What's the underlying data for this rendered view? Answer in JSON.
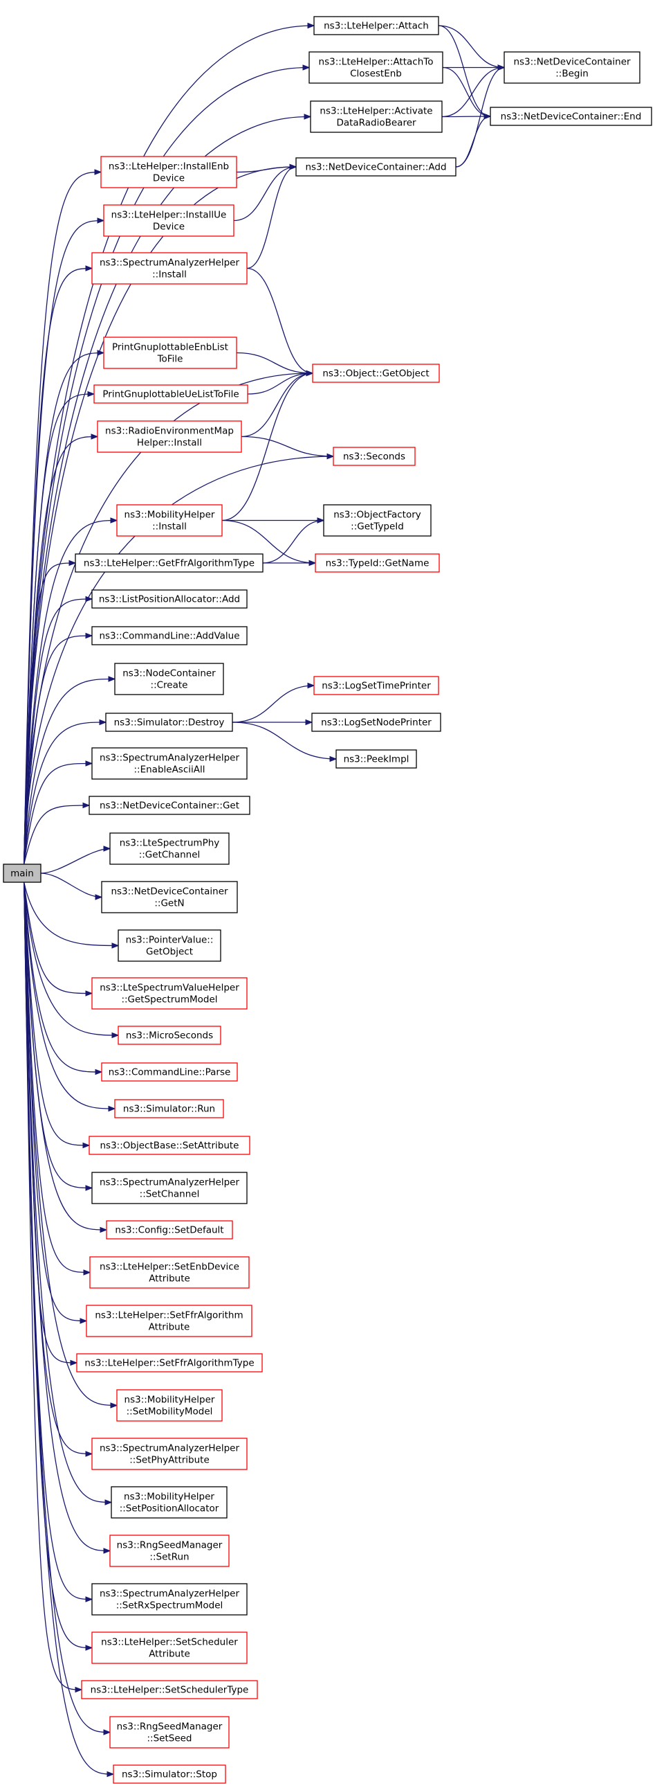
{
  "colors": {
    "edge": "#191970",
    "node_border_documented": "#000000",
    "node_border_undocumented": "#ff0000",
    "root_fill": "#bfbfbf",
    "node_fill": "#ffffff"
  },
  "nodes": [
    {
      "id": "main",
      "lines": [
        "main"
      ],
      "style": "root"
    },
    {
      "id": "lte_attach",
      "lines": [
        "ns3::LteHelper::Attach"
      ],
      "style": "black"
    },
    {
      "id": "lte_attach_closest",
      "lines": [
        "ns3::LteHelper::AttachTo",
        "ClosestEnb"
      ],
      "style": "black"
    },
    {
      "id": "lte_activate_drb",
      "lines": [
        "ns3::LteHelper::Activate",
        "DataRadioBearer"
      ],
      "style": "black"
    },
    {
      "id": "ndc_begin",
      "lines": [
        "ns3::NetDeviceContainer",
        "::Begin"
      ],
      "style": "black"
    },
    {
      "id": "ndc_end",
      "lines": [
        "ns3::NetDeviceContainer::End"
      ],
      "style": "black"
    },
    {
      "id": "lte_install_enb",
      "lines": [
        "ns3::LteHelper::InstallEnb",
        "Device"
      ],
      "style": "red"
    },
    {
      "id": "ndc_add",
      "lines": [
        "ns3::NetDeviceContainer::Add"
      ],
      "style": "black"
    },
    {
      "id": "lte_install_ue",
      "lines": [
        "ns3::LteHelper::InstallUe",
        "Device"
      ],
      "style": "red"
    },
    {
      "id": "sah_install",
      "lines": [
        "ns3::SpectrumAnalyzerHelper",
        "::Install"
      ],
      "style": "red"
    },
    {
      "id": "print_enb",
      "lines": [
        "PrintGnuplottableEnbList",
        "ToFile"
      ],
      "style": "red"
    },
    {
      "id": "object_getobject",
      "lines": [
        "ns3::Object::GetObject"
      ],
      "style": "red"
    },
    {
      "id": "print_ue",
      "lines": [
        "PrintGnuplottableUeListToFile"
      ],
      "style": "red"
    },
    {
      "id": "remh_install",
      "lines": [
        "ns3::RadioEnvironmentMap",
        "Helper::Install"
      ],
      "style": "red"
    },
    {
      "id": "seconds",
      "lines": [
        "ns3::Seconds"
      ],
      "style": "red"
    },
    {
      "id": "mobility_install",
      "lines": [
        "ns3::MobilityHelper",
        "::Install"
      ],
      "style": "red"
    },
    {
      "id": "objfactory_gettypeid",
      "lines": [
        "ns3::ObjectFactory",
        "::GetTypeId"
      ],
      "style": "black"
    },
    {
      "id": "lte_getffr_type",
      "lines": [
        "ns3::LteHelper::GetFfrAlgorithmType"
      ],
      "style": "black"
    },
    {
      "id": "typeid_getname",
      "lines": [
        "ns3::TypeId::GetName"
      ],
      "style": "red"
    },
    {
      "id": "lpa_add",
      "lines": [
        "ns3::ListPositionAllocator::Add"
      ],
      "style": "black"
    },
    {
      "id": "cmd_addvalue",
      "lines": [
        "ns3::CommandLine::AddValue"
      ],
      "style": "black"
    },
    {
      "id": "nc_create",
      "lines": [
        "ns3::NodeContainer",
        "::Create"
      ],
      "style": "black"
    },
    {
      "id": "log_time_printer",
      "lines": [
        "ns3::LogSetTimePrinter"
      ],
      "style": "red"
    },
    {
      "id": "sim_destroy",
      "lines": [
        "ns3::Simulator::Destroy"
      ],
      "style": "black"
    },
    {
      "id": "log_node_printer",
      "lines": [
        "ns3::LogSetNodePrinter"
      ],
      "style": "black"
    },
    {
      "id": "peekimpl",
      "lines": [
        "ns3::PeekImpl"
      ],
      "style": "black"
    },
    {
      "id": "sah_enable_ascii",
      "lines": [
        "ns3::SpectrumAnalyzerHelper",
        "::EnableAsciiAll"
      ],
      "style": "black"
    },
    {
      "id": "ndc_get",
      "lines": [
        "ns3::NetDeviceContainer::Get"
      ],
      "style": "black"
    },
    {
      "id": "lsp_getchannel",
      "lines": [
        "ns3::LteSpectrumPhy",
        "::GetChannel"
      ],
      "style": "black"
    },
    {
      "id": "ndc_getn",
      "lines": [
        "ns3::NetDeviceContainer",
        "::GetN"
      ],
      "style": "black"
    },
    {
      "id": "pv_getobject",
      "lines": [
        "ns3::PointerValue::",
        "GetObject"
      ],
      "style": "black"
    },
    {
      "id": "lsvh_getmodel",
      "lines": [
        "ns3::LteSpectrumValueHelper",
        "::GetSpectrumModel"
      ],
      "style": "red"
    },
    {
      "id": "microseconds",
      "lines": [
        "ns3::MicroSeconds"
      ],
      "style": "red"
    },
    {
      "id": "cmd_parse",
      "lines": [
        "ns3::CommandLine::Parse"
      ],
      "style": "red"
    },
    {
      "id": "sim_run",
      "lines": [
        "ns3::Simulator::Run"
      ],
      "style": "red"
    },
    {
      "id": "ob_setattr",
      "lines": [
        "ns3::ObjectBase::SetAttribute"
      ],
      "style": "red"
    },
    {
      "id": "sah_setchannel",
      "lines": [
        "ns3::SpectrumAnalyzerHelper",
        "::SetChannel"
      ],
      "style": "black"
    },
    {
      "id": "cfg_setdefault",
      "lines": [
        "ns3::Config::SetDefault"
      ],
      "style": "red"
    },
    {
      "id": "lte_set_enb_attr",
      "lines": [
        "ns3::LteHelper::SetEnbDevice",
        "Attribute"
      ],
      "style": "red"
    },
    {
      "id": "lte_set_ffr_attr",
      "lines": [
        "ns3::LteHelper::SetFfrAlgorithm",
        "Attribute"
      ],
      "style": "red"
    },
    {
      "id": "lte_set_ffr_type",
      "lines": [
        "ns3::LteHelper::SetFfrAlgorithmType"
      ],
      "style": "red"
    },
    {
      "id": "mh_set_model",
      "lines": [
        "ns3::MobilityHelper",
        "::SetMobilityModel"
      ],
      "style": "red"
    },
    {
      "id": "sah_set_phy_attr",
      "lines": [
        "ns3::SpectrumAnalyzerHelper",
        "::SetPhyAttribute"
      ],
      "style": "red"
    },
    {
      "id": "mh_set_posalloc",
      "lines": [
        "ns3::MobilityHelper",
        "::SetPositionAllocator"
      ],
      "style": "black"
    },
    {
      "id": "rng_setrun",
      "lines": [
        "ns3::RngSeedManager",
        "::SetRun"
      ],
      "style": "red"
    },
    {
      "id": "sah_set_rx_model",
      "lines": [
        "ns3::SpectrumAnalyzerHelper",
        "::SetRxSpectrumModel"
      ],
      "style": "black"
    },
    {
      "id": "lte_set_sched_attr",
      "lines": [
        "ns3::LteHelper::SetScheduler",
        "Attribute"
      ],
      "style": "red"
    },
    {
      "id": "lte_set_sched_type",
      "lines": [
        "ns3::LteHelper::SetSchedulerType"
      ],
      "style": "red"
    },
    {
      "id": "rng_setseed",
      "lines": [
        "ns3::RngSeedManager",
        "::SetSeed"
      ],
      "style": "red"
    },
    {
      "id": "sim_stop",
      "lines": [
        "ns3::Simulator::Stop"
      ],
      "style": "red"
    }
  ],
  "edges": [
    [
      "main",
      "lte_attach"
    ],
    [
      "main",
      "lte_attach_closest"
    ],
    [
      "main",
      "lte_activate_drb"
    ],
    [
      "main",
      "ndc_add"
    ],
    [
      "main",
      "lte_install_enb"
    ],
    [
      "main",
      "lte_install_ue"
    ],
    [
      "main",
      "sah_install"
    ],
    [
      "main",
      "object_getobject"
    ],
    [
      "main",
      "print_enb"
    ],
    [
      "main",
      "print_ue"
    ],
    [
      "main",
      "remh_install"
    ],
    [
      "main",
      "seconds"
    ],
    [
      "main",
      "mobility_install"
    ],
    [
      "main",
      "lte_getffr_type"
    ],
    [
      "main",
      "lpa_add"
    ],
    [
      "main",
      "cmd_addvalue"
    ],
    [
      "main",
      "nc_create"
    ],
    [
      "main",
      "sim_destroy"
    ],
    [
      "main",
      "sah_enable_ascii"
    ],
    [
      "main",
      "ndc_get"
    ],
    [
      "main",
      "lsp_getchannel"
    ],
    [
      "main",
      "ndc_getn"
    ],
    [
      "main",
      "pv_getobject"
    ],
    [
      "main",
      "lsvh_getmodel"
    ],
    [
      "main",
      "microseconds"
    ],
    [
      "main",
      "cmd_parse"
    ],
    [
      "main",
      "sim_run"
    ],
    [
      "main",
      "ob_setattr"
    ],
    [
      "main",
      "sah_setchannel"
    ],
    [
      "main",
      "cfg_setdefault"
    ],
    [
      "main",
      "lte_set_enb_attr"
    ],
    [
      "main",
      "lte_set_ffr_attr"
    ],
    [
      "main",
      "lte_set_ffr_type"
    ],
    [
      "main",
      "mh_set_model"
    ],
    [
      "main",
      "sah_set_phy_attr"
    ],
    [
      "main",
      "mh_set_posalloc"
    ],
    [
      "main",
      "rng_setrun"
    ],
    [
      "main",
      "sah_set_rx_model"
    ],
    [
      "main",
      "lte_set_sched_attr"
    ],
    [
      "main",
      "lte_set_sched_type"
    ],
    [
      "main",
      "rng_setseed"
    ],
    [
      "main",
      "sim_stop"
    ],
    [
      "lte_attach",
      "ndc_begin"
    ],
    [
      "lte_attach",
      "ndc_end"
    ],
    [
      "lte_attach_closest",
      "ndc_begin"
    ],
    [
      "lte_attach_closest",
      "ndc_end"
    ],
    [
      "lte_activate_drb",
      "ndc_begin"
    ],
    [
      "lte_activate_drb",
      "ndc_end"
    ],
    [
      "ndc_add",
      "ndc_begin"
    ],
    [
      "ndc_add",
      "ndc_end"
    ],
    [
      "lte_install_enb",
      "ndc_add"
    ],
    [
      "lte_install_ue",
      "ndc_add"
    ],
    [
      "sah_install",
      "ndc_add"
    ],
    [
      "sah_install",
      "object_getobject"
    ],
    [
      "print_enb",
      "object_getobject"
    ],
    [
      "print_ue",
      "object_getobject"
    ],
    [
      "remh_install",
      "object_getobject"
    ],
    [
      "remh_install",
      "seconds"
    ],
    [
      "mobility_install",
      "object_getobject"
    ],
    [
      "mobility_install",
      "objfactory_gettypeid"
    ],
    [
      "mobility_install",
      "typeid_getname"
    ],
    [
      "lte_getffr_type",
      "objfactory_gettypeid"
    ],
    [
      "lte_getffr_type",
      "typeid_getname"
    ],
    [
      "sim_destroy",
      "log_time_printer"
    ],
    [
      "sim_destroy",
      "log_node_printer"
    ],
    [
      "sim_destroy",
      "peekimpl"
    ]
  ]
}
